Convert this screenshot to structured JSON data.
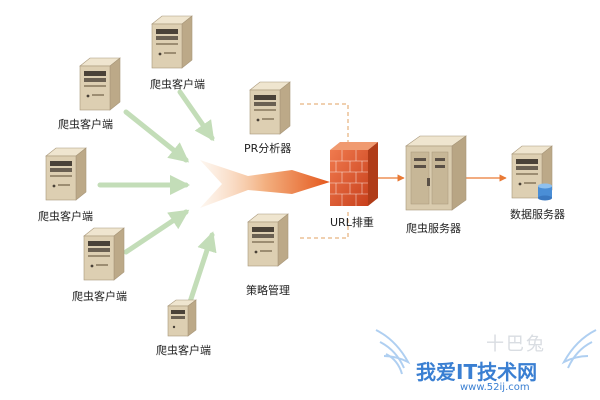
{
  "labels": {
    "client_top": "爬虫客户端",
    "client_upper_left": "爬虫客户端",
    "client_mid_left": "爬虫客户端",
    "client_lower_left": "爬虫客户端",
    "client_bottom": "爬虫客户端",
    "pr_analyzer": "PR分析器",
    "policy_mgmt": "策略管理",
    "url_dedup": "URL排重",
    "crawler_server": "爬虫服务器",
    "db_server": "数据服务器"
  },
  "watermark": {
    "site_cn": "我爱IT技术网",
    "site_url": "www.52ij.com",
    "corner_text": "十巴兔"
  },
  "colors": {
    "server_tan": "#d8c8aa",
    "arrow_green": "#c3ddb8",
    "arrow_orange": "#e97a35",
    "firewall_red": "#e2542a",
    "dashed_line": "#e0a060",
    "db_blue": "#4a8ed6",
    "watermark_blue": "#3a7fd2"
  }
}
